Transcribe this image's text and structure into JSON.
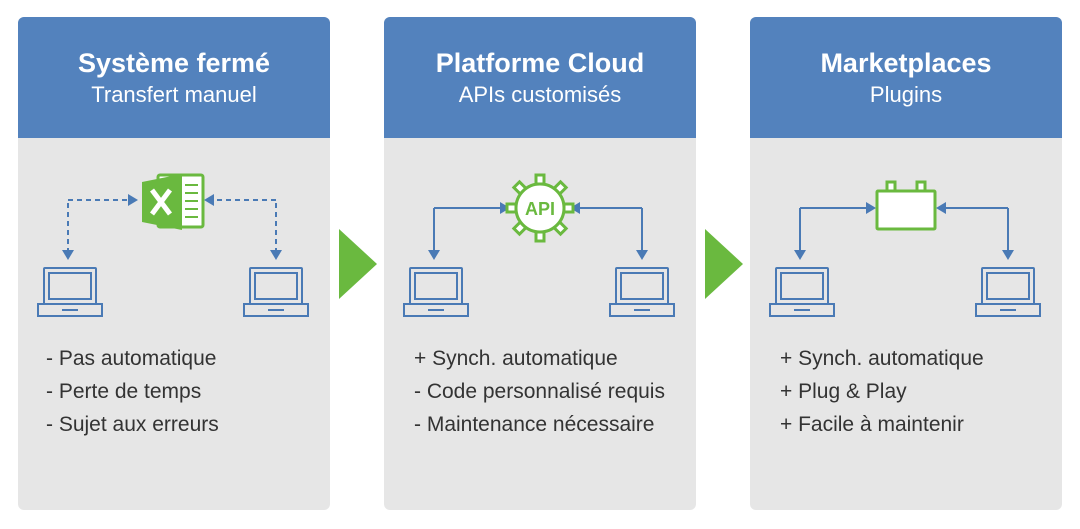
{
  "colors": {
    "header": "#5382bd",
    "panel": "#e6e6e6",
    "accent_green": "#6ab93f",
    "laptop_blue": "#4a7ab5"
  },
  "panels": [
    {
      "title": "Système fermé",
      "subtitle": "Transfert manuel",
      "hub_icon": "excel-icon",
      "points": [
        "-  Pas automatique",
        "-  Perte de temps",
        "-  Sujet aux erreurs"
      ]
    },
    {
      "title": "Platforme Cloud",
      "subtitle": "APIs customisés",
      "hub_icon": "api-gear-icon",
      "hub_label": "API",
      "points": [
        "+ Synch. automatique",
        "- Code personnalisé requis",
        "- Maintenance nécessaire"
      ]
    },
    {
      "title": "Marketplaces",
      "subtitle": "Plugins",
      "hub_icon": "plugin-battery-icon",
      "points": [
        "+ Synch. automatique",
        "+ Plug & Play",
        "+ Facile à maintenir"
      ]
    }
  ]
}
